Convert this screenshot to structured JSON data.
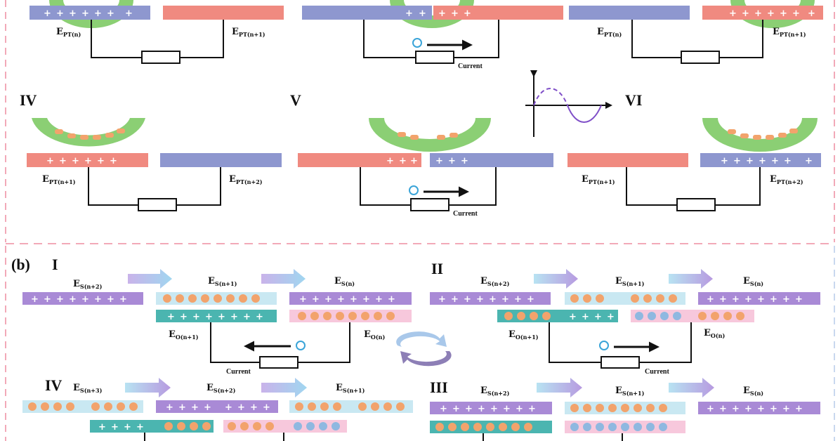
{
  "colors": {
    "red": "#f08a80",
    "blue": "#8e97cf",
    "green": "#8bcf74",
    "purple": "#a98ad6",
    "teal": "#4bb5b0",
    "lightblue": "#c9e8f2",
    "orange": "#f2a36c",
    "pink": "#f7c8dc",
    "dashed": "#f2a9b8",
    "sine_up": "#8050c8"
  },
  "panel_a": {
    "row1": {
      "labels": [
        {
          "main": "E",
          "sub": "PT(n)"
        },
        {
          "main": "E",
          "sub": "PT(n+1)"
        },
        {
          "main": "E",
          "sub": "PT(n)"
        },
        {
          "main": "E",
          "sub": "PT(n+1)"
        }
      ],
      "current": "Current"
    },
    "row2": {
      "romans": [
        "IV",
        "V",
        "VI"
      ],
      "labels": [
        {
          "main": "E",
          "sub": "PT(n+1)"
        },
        {
          "main": "E",
          "sub": "PT(n+2)"
        },
        {
          "main": "E",
          "sub": "PT(n+1)"
        },
        {
          "main": "E",
          "sub": "PT(n+2)"
        }
      ],
      "current": "Current"
    }
  },
  "panel_b": {
    "tag": "(b)",
    "romans": [
      "I",
      "II",
      "IV",
      "III"
    ],
    "s_labels_I": [
      {
        "main": "E",
        "sub": "S(n+2)"
      },
      {
        "main": "E",
        "sub": "S(n+1)"
      },
      {
        "main": "E",
        "sub": "S(n)"
      }
    ],
    "o_labels_I": [
      {
        "main": "E",
        "sub": "O(n+1)"
      },
      {
        "main": "E",
        "sub": "O(n)"
      }
    ],
    "s_labels_II": [
      {
        "main": "E",
        "sub": "S(n+2)"
      },
      {
        "main": "E",
        "sub": "S(n+1)"
      },
      {
        "main": "E",
        "sub": "S(n)"
      }
    ],
    "o_labels_II": [
      {
        "main": "E",
        "sub": "O(n+1)"
      },
      {
        "main": "E",
        "sub": "O(n)"
      }
    ],
    "s_labels_IV": [
      {
        "main": "E",
        "sub": "S(n+3)"
      },
      {
        "main": "E",
        "sub": "S(n+2)"
      },
      {
        "main": "E",
        "sub": "S(n+1)"
      }
    ],
    "s_labels_III": [
      {
        "main": "E",
        "sub": "S(n+2)"
      },
      {
        "main": "E",
        "sub": "S(n+1)"
      },
      {
        "main": "E",
        "sub": "S(n)"
      }
    ],
    "current": "Current"
  }
}
